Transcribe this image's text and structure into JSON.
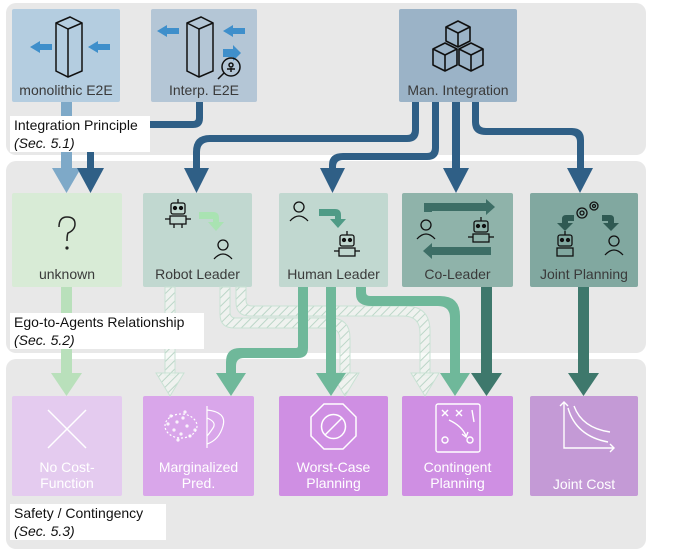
{
  "sections": [
    {
      "title": "Integration Principle",
      "sub": "(Sec. 5.1)"
    },
    {
      "title": "Ego-to-Agents Relationship",
      "sub": "(Sec. 5.2)"
    },
    {
      "title": "Safety / Contingency",
      "sub": "(Sec. 5.3)"
    }
  ],
  "integration": [
    {
      "label": "monolithic E2E",
      "icon": "monolith-block-icon"
    },
    {
      "label": "Interp. E2E",
      "icon": "interpretable-block-icon"
    },
    {
      "label": "Man. Integration",
      "icon": "cube-stack-icon"
    }
  ],
  "relationships": [
    {
      "label": "unknown",
      "icon": "question-mark-icon"
    },
    {
      "label": "Robot Leader",
      "icon": "robot-leads-human-icon"
    },
    {
      "label": "Human Leader",
      "icon": "human-leads-robot-icon"
    },
    {
      "label": "Co-Leader",
      "icon": "robot-human-cycle-icon"
    },
    {
      "label": "Joint Planning",
      "icon": "gears-robot-human-icon"
    }
  ],
  "safety": [
    {
      "label": "No Cost-\nFunction",
      "icon": "cross-icon"
    },
    {
      "label": "Marginalized\nPred.",
      "icon": "scatter-distribution-icon"
    },
    {
      "label": "Worst-Case\nPlanning",
      "icon": "stop-sign-icon"
    },
    {
      "label": "Contingent\nPlanning",
      "icon": "playbook-icon"
    },
    {
      "label": "Joint Cost",
      "icon": "cost-curve-icon"
    }
  ],
  "colors": {
    "band": "#e8e8e8",
    "monolithic": "#b4cde0",
    "interp": "#b4c6d6",
    "manual": "#9bb3c7",
    "arrow_light_blue": "#7ea9c8",
    "arrow_dark_blue": "#2f5f86",
    "unknown_box": "#d8ebd6",
    "relationship_box": "#c1d8d0",
    "coleader_box": "#8fb3aa",
    "joint_box": "#81a8a0",
    "arrow_green_light": "#b9e0bb",
    "arrow_green_mid": "#6fb89a",
    "arrow_green_dark": "#3e786c",
    "safety_light": "#e4cbef",
    "safety_mid": "#d9a6ea",
    "safety_strong": "#cf8fe3",
    "safety_joint": "#c49ad6"
  }
}
